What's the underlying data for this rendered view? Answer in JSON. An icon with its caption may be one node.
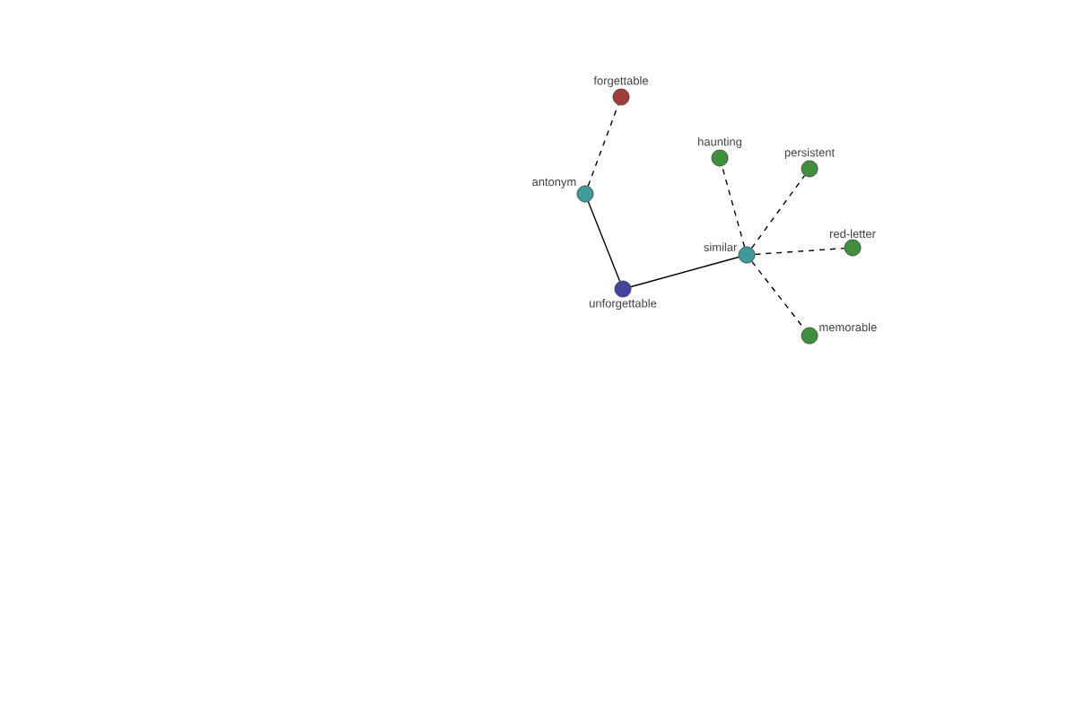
{
  "diagram": {
    "nodes": [
      {
        "text": [
          "forgettable"
        ]
      },
      {
        "text": [
          "antonym"
        ]
      },
      {
        "text": [
          "haunting"
        ]
      },
      {
        "text": [
          "persistent"
        ]
      },
      {
        "text": [
          "red-letter"
        ]
      },
      {
        "text": [
          "similar"
        ]
      },
      {
        "text": [
          "unforgettable"
        ]
      },
      {
        "text": [
          "memorable"
        ]
      }
    ],
    "edges": [
      {
        "from": 6,
        "to": 1,
        "arrow": "none"
      },
      {
        "from": 1,
        "to": 0,
        "arrow": "none",
        "style": "dashed"
      },
      {
        "from": 6,
        "to": 5,
        "arrow": "none"
      },
      {
        "from": 5,
        "to": 2,
        "arrow": "none",
        "style": "dashed"
      },
      {
        "from": 5,
        "to": 3,
        "arrow": "none",
        "style": "dashed"
      },
      {
        "from": 5,
        "to": 4,
        "arrow": "none",
        "style": "dashed"
      },
      {
        "from": 5,
        "to": 7,
        "arrow": "none",
        "style": "dashed"
      }
    ]
  }
}
